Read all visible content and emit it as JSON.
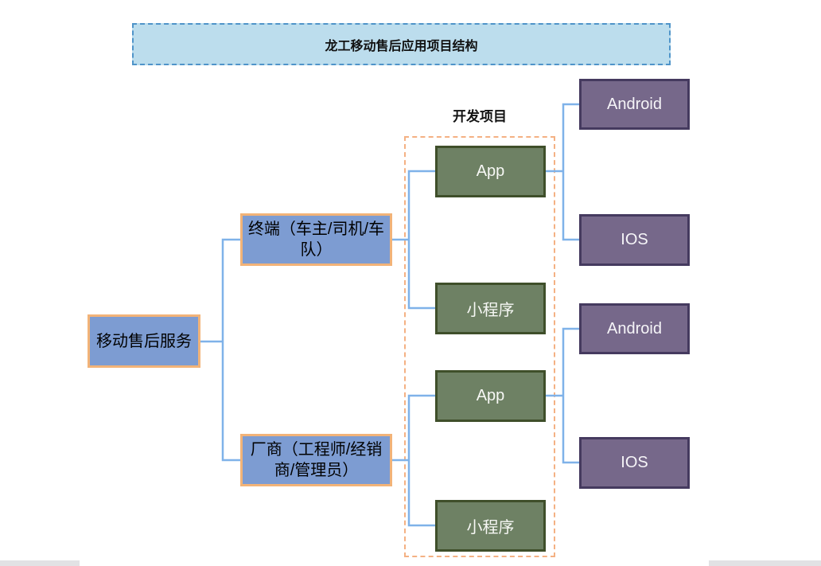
{
  "diagram": {
    "title": "龙工移动售后应用项目结构",
    "group_label": "开发项目",
    "root": {
      "label": "移动售后服务"
    },
    "branches": [
      {
        "label": "终端（车主/司机/车队）"
      },
      {
        "label": "厂商（工程师/经销商/管理员）"
      }
    ],
    "dev_projects": [
      {
        "label": "App"
      },
      {
        "label": "小程序"
      },
      {
        "label": "App"
      },
      {
        "label": "小程序"
      }
    ],
    "platforms": [
      {
        "label": "Android"
      },
      {
        "label": "IOS"
      },
      {
        "label": "Android"
      },
      {
        "label": "IOS"
      }
    ],
    "colors": {
      "title_fill": "#bcdded",
      "title_border": "#4f94c9",
      "node_blue_fill": "#7d9cd2",
      "node_blue_border": "#f2b378",
      "node_green_fill": "#6e8164",
      "node_green_border": "#3f4f2a",
      "node_purple_fill": "#76688a",
      "node_purple_border": "#453a5f",
      "container_border": "#f4b183",
      "connector": "#7fb2e9",
      "text_dark": "#111111",
      "text_light": "#f7f8f5"
    }
  }
}
